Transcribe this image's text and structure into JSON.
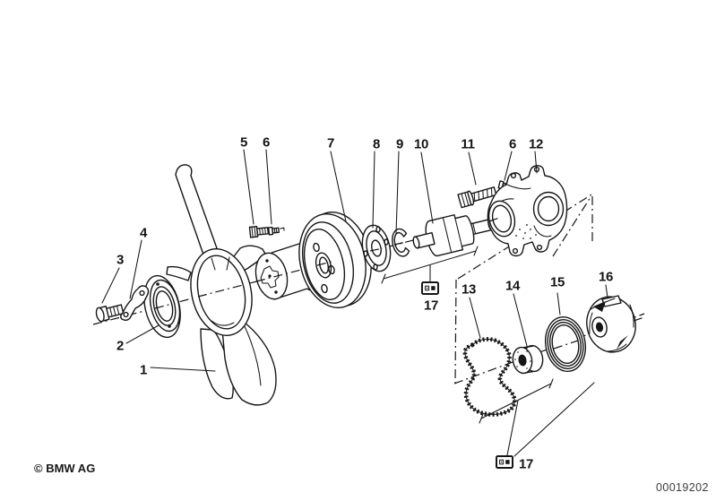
{
  "page": {
    "background_color": "#ffffff",
    "line_color": "#161616"
  },
  "footer": {
    "copyright": "© BMW AG",
    "document_number": "00019202"
  },
  "callouts": {
    "c1": {
      "label": "1"
    },
    "c2": {
      "label": "2"
    },
    "c3": {
      "label": "3"
    },
    "c4": {
      "label": "4"
    },
    "c5": {
      "label": "5"
    },
    "c6": {
      "label": "6"
    },
    "c6b": {
      "label": "6"
    },
    "c7": {
      "label": "7"
    },
    "c8": {
      "label": "8"
    },
    "c9": {
      "label": "9"
    },
    "c10": {
      "label": "10"
    },
    "c11": {
      "label": "11"
    },
    "c12": {
      "label": "12"
    },
    "c13": {
      "label": "13"
    },
    "c14": {
      "label": "14"
    },
    "c15": {
      "label": "15"
    },
    "c16": {
      "label": "16"
    },
    "c17a": {
      "label": "17"
    },
    "c17b": {
      "label": "17"
    }
  }
}
